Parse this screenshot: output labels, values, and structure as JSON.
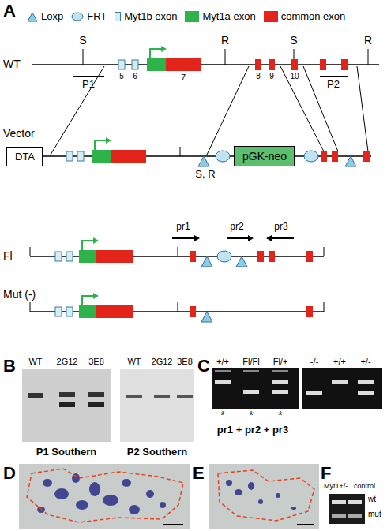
{
  "diagram": {
    "nodes": [
      {
        "text": [
          "DTA"
        ]
      },
      {
        "text": [
          "pGK-neo"
        ]
      }
    ],
    "labels": [
      "A",
      "S",
      "R",
      "S",
      "R",
      "WT",
      "P1",
      "5",
      "6",
      "7",
      "8",
      "9",
      "10",
      "P2",
      "Vector",
      "S, R",
      "Fl",
      "pr1",
      "pr2",
      "pr3",
      "Mut (-)",
      "B",
      "WT",
      "2G12",
      "3E8",
      "WT",
      "2G12",
      "3E8",
      "P1 Southern",
      "P2 Southern",
      "C",
      "+/+",
      "Fl/Fl",
      "Fl/+",
      "-/-",
      "+/+",
      "+/-",
      "*",
      "*",
      "*",
      "pr1 + pr2 + pr3",
      "D",
      "E",
      "F",
      "Myt1+/-",
      "control",
      "wt",
      "mut"
    ],
    "legend": [
      {
        "text": "Loxp"
      },
      {
        "text": "FRT"
      },
      {
        "text": "Myt1b exon",
        "color": "#d6ecf3"
      },
      {
        "text": "Myt1a exon",
        "color": "#2db34a"
      },
      {
        "text": "common exon",
        "color": "#e3241b"
      }
    ]
  }
}
